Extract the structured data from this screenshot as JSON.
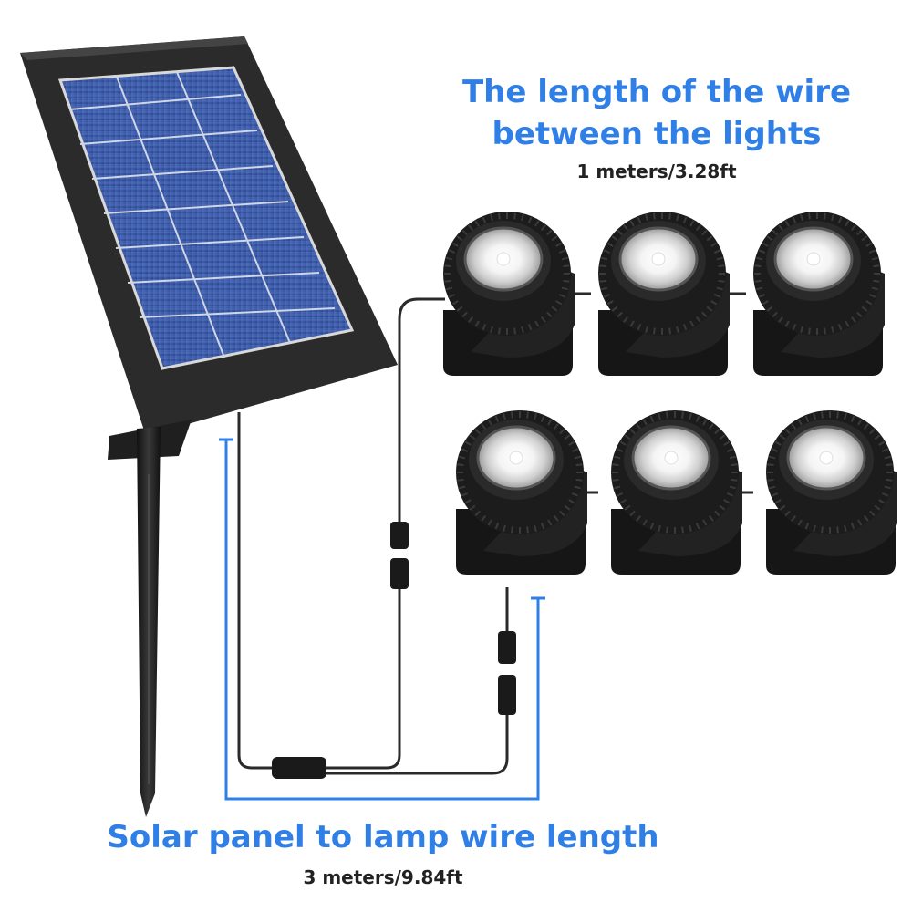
{
  "colors": {
    "accent": "#2f7fe6",
    "subtext": "#222222",
    "panel_frame": "#2b2b2b",
    "cell_blue": "#3b5aa6",
    "lamp_body": "#1c1c1c"
  },
  "annotations": {
    "between_lights": {
      "title_line1": "The length of the wire",
      "title_line2": "between the lights",
      "value": "1 meters/3.28ft"
    },
    "panel_to_lamp": {
      "title": "Solar panel to lamp wire length",
      "value": "3 meters/9.84ft"
    }
  },
  "product": {
    "lamp_count": 6,
    "lamp_rows": 2,
    "lamps_per_row": 3
  }
}
